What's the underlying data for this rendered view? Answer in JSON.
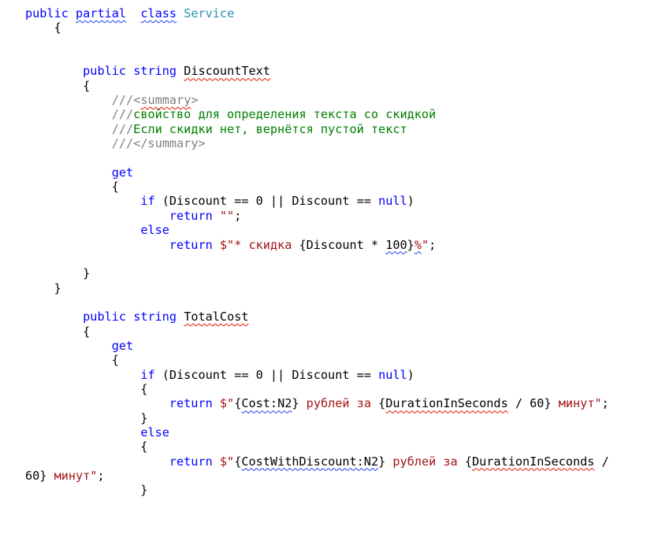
{
  "code": {
    "lines": [
      [
        {
          "t": "public",
          "c": "kw"
        },
        {
          "t": " ",
          "c": ""
        },
        {
          "t": "partial",
          "c": "kw sq-blue"
        },
        {
          "t": "  ",
          "c": ""
        },
        {
          "t": "class",
          "c": "kw sq-blue"
        },
        {
          "t": " ",
          "c": ""
        },
        {
          "t": "Service",
          "c": "typ"
        }
      ],
      [
        {
          "t": "    {",
          "c": ""
        }
      ],
      [
        {
          "t": "",
          "c": ""
        }
      ],
      [
        {
          "t": "",
          "c": ""
        }
      ],
      [
        {
          "t": "        ",
          "c": ""
        },
        {
          "t": "public",
          "c": "kw"
        },
        {
          "t": " ",
          "c": ""
        },
        {
          "t": "string",
          "c": "kw"
        },
        {
          "t": " ",
          "c": ""
        },
        {
          "t": "DiscountText",
          "c": "sq-red"
        }
      ],
      [
        {
          "t": "        {",
          "c": ""
        }
      ],
      [
        {
          "t": "            ",
          "c": ""
        },
        {
          "t": "///",
          "c": "doc"
        },
        {
          "t": "<",
          "c": "doc"
        },
        {
          "t": "summary",
          "c": "doc sq-red"
        },
        {
          "t": ">",
          "c": "doc"
        }
      ],
      [
        {
          "t": "            ",
          "c": ""
        },
        {
          "t": "///",
          "c": "doc"
        },
        {
          "t": "свойство для определения текста со скидкой",
          "c": "cmt"
        }
      ],
      [
        {
          "t": "            ",
          "c": ""
        },
        {
          "t": "///",
          "c": "doc"
        },
        {
          "t": "Если скидки нет, вернётся пустой текст",
          "c": "cmt"
        }
      ],
      [
        {
          "t": "            ",
          "c": ""
        },
        {
          "t": "///",
          "c": "doc"
        },
        {
          "t": "</summary>",
          "c": "doc"
        }
      ],
      [
        {
          "t": "",
          "c": ""
        }
      ],
      [
        {
          "t": "            ",
          "c": ""
        },
        {
          "t": "get",
          "c": "kw"
        }
      ],
      [
        {
          "t": "            {",
          "c": ""
        }
      ],
      [
        {
          "t": "                ",
          "c": ""
        },
        {
          "t": "if",
          "c": "kw"
        },
        {
          "t": " (Discount == 0 || Discount == ",
          "c": ""
        },
        {
          "t": "null",
          "c": "kw"
        },
        {
          "t": ")",
          "c": ""
        }
      ],
      [
        {
          "t": "                    ",
          "c": ""
        },
        {
          "t": "return",
          "c": "kw"
        },
        {
          "t": " ",
          "c": ""
        },
        {
          "t": "\"\"",
          "c": "str"
        },
        {
          "t": ";",
          "c": ""
        }
      ],
      [
        {
          "t": "                ",
          "c": ""
        },
        {
          "t": "else",
          "c": "kw"
        }
      ],
      [
        {
          "t": "                    ",
          "c": ""
        },
        {
          "t": "return",
          "c": "kw"
        },
        {
          "t": " ",
          "c": ""
        },
        {
          "t": "$\"* скидка ",
          "c": "str"
        },
        {
          "t": "{Discount * ",
          "c": ""
        },
        {
          "t": "100",
          "c": "sq-blue"
        },
        {
          "t": "}",
          "c": ""
        },
        {
          "t": "%",
          "c": "str sq-blue"
        },
        {
          "t": "\"",
          "c": "str"
        },
        {
          "t": ";",
          "c": ""
        }
      ],
      [
        {
          "t": "",
          "c": ""
        }
      ],
      [
        {
          "t": "        }",
          "c": ""
        }
      ],
      [
        {
          "t": "    }",
          "c": ""
        }
      ],
      [
        {
          "t": "",
          "c": ""
        }
      ],
      [
        {
          "t": "        ",
          "c": ""
        },
        {
          "t": "public",
          "c": "kw"
        },
        {
          "t": " ",
          "c": ""
        },
        {
          "t": "string",
          "c": "kw"
        },
        {
          "t": " ",
          "c": ""
        },
        {
          "t": "TotalCost",
          "c": "sq-red"
        }
      ],
      [
        {
          "t": "        {",
          "c": ""
        }
      ],
      [
        {
          "t": "            ",
          "c": ""
        },
        {
          "t": "get",
          "c": "kw"
        }
      ],
      [
        {
          "t": "            {",
          "c": ""
        }
      ],
      [
        {
          "t": "                ",
          "c": ""
        },
        {
          "t": "if",
          "c": "kw"
        },
        {
          "t": " (Discount == 0 || Discount == ",
          "c": ""
        },
        {
          "t": "null",
          "c": "kw"
        },
        {
          "t": ")",
          "c": ""
        }
      ],
      [
        {
          "t": "                {",
          "c": ""
        }
      ],
      [
        {
          "t": "                    ",
          "c": ""
        },
        {
          "t": "return",
          "c": "kw"
        },
        {
          "t": " ",
          "c": ""
        },
        {
          "t": "$\"",
          "c": "str"
        },
        {
          "t": "{",
          "c": ""
        },
        {
          "t": "Cost:N2",
          "c": "sq-blue"
        },
        {
          "t": "}",
          "c": ""
        },
        {
          "t": " рублей за ",
          "c": "str"
        },
        {
          "t": "{",
          "c": ""
        },
        {
          "t": "DurationInSeconds",
          "c": "sq-red"
        },
        {
          "t": " / 60}",
          "c": ""
        },
        {
          "t": " минут\"",
          "c": "str"
        },
        {
          "t": ";",
          "c": ""
        }
      ],
      [
        {
          "t": "                }",
          "c": ""
        }
      ],
      [
        {
          "t": "                ",
          "c": ""
        },
        {
          "t": "else",
          "c": "kw"
        }
      ],
      [
        {
          "t": "                {",
          "c": ""
        }
      ],
      [
        {
          "t": "                    ",
          "c": ""
        },
        {
          "t": "return",
          "c": "kw"
        },
        {
          "t": " ",
          "c": ""
        },
        {
          "t": "$\"",
          "c": "str"
        },
        {
          "t": "{",
          "c": ""
        },
        {
          "t": "CostWithDiscount:N2",
          "c": "sq-blue"
        },
        {
          "t": "}",
          "c": ""
        },
        {
          "t": " рублей за ",
          "c": "str"
        },
        {
          "t": "{",
          "c": ""
        },
        {
          "t": "DurationInSeconds",
          "c": "sq-red"
        },
        {
          "t": " /",
          "c": ""
        }
      ],
      [
        {
          "t": "60}",
          "c": ""
        },
        {
          "t": " минут\"",
          "c": "str"
        },
        {
          "t": ";",
          "c": ""
        }
      ],
      [
        {
          "t": "                }",
          "c": ""
        }
      ]
    ]
  }
}
